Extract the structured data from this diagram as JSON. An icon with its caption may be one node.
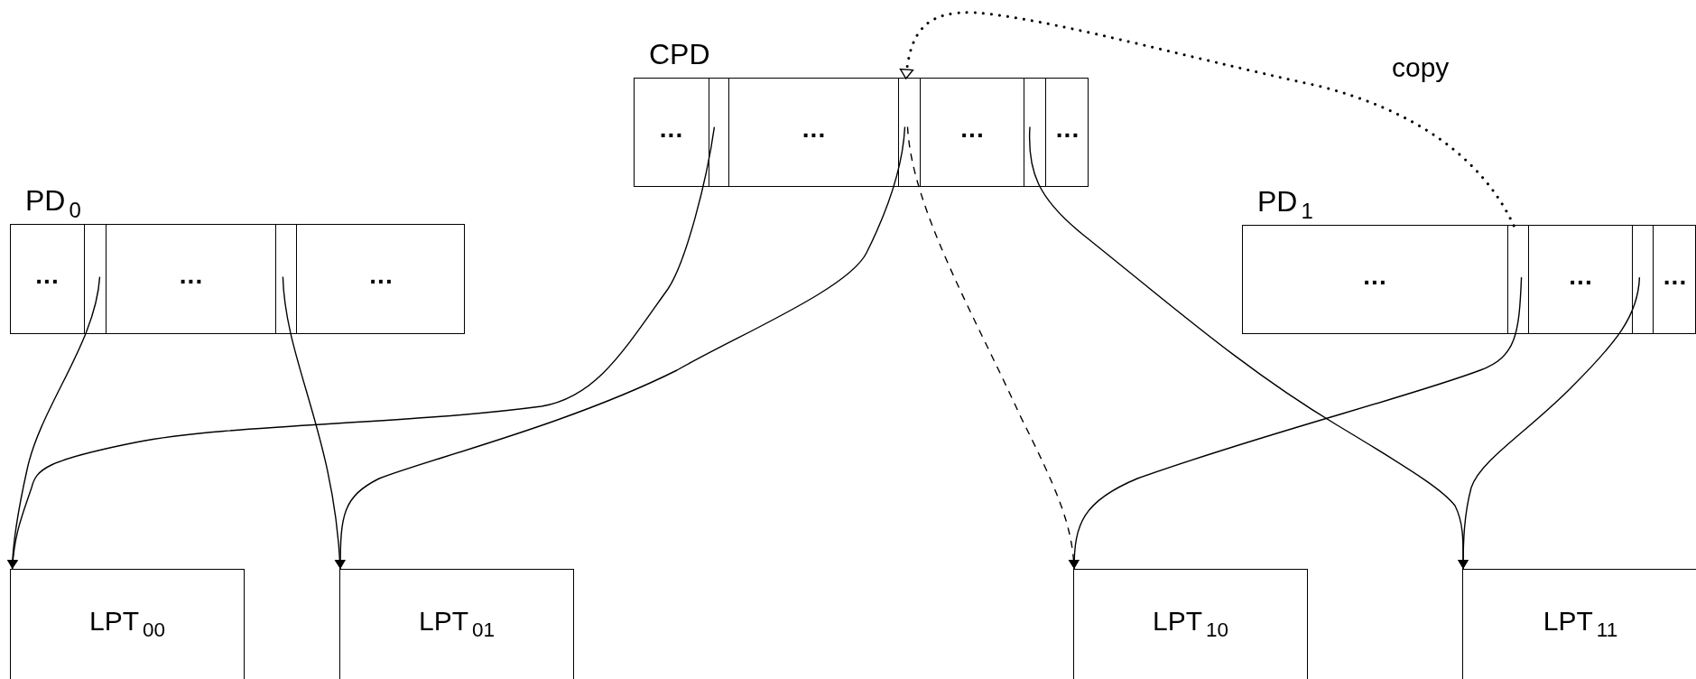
{
  "diagram": {
    "nodes": [
      {
        "text": [
          "CPD"
        ]
      },
      {
        "text": [
          "..."
        ],
        "in": 0
      },
      {
        "text": [],
        "shape": "box",
        "in": 0
      },
      {
        "text": [
          "..."
        ],
        "in": 0
      },
      {
        "text": [],
        "shape": "box",
        "in": 0
      },
      {
        "text": [
          "..."
        ],
        "in": 0
      },
      {
        "text": [],
        "shape": "box",
        "in": 0
      },
      {
        "text": [
          "..."
        ],
        "in": 0
      },
      {
        "text": [
          "PD$_{0}$"
        ]
      },
      {
        "text": [
          "..."
        ],
        "in": 8
      },
      {
        "text": [],
        "shape": "box",
        "in": 8
      },
      {
        "text": [
          "..."
        ],
        "in": 8
      },
      {
        "text": [],
        "shape": "box",
        "in": 8
      },
      {
        "text": [
          "..."
        ],
        "in": 8
      },
      {
        "text": [
          "PD$_{1}$"
        ]
      },
      {
        "text": [
          "..."
        ],
        "in": 14
      },
      {
        "text": [],
        "shape": "box",
        "in": 14
      },
      {
        "text": [
          "..."
        ],
        "in": 14
      },
      {
        "text": [],
        "shape": "box",
        "in": 14
      },
      {
        "text": [
          "..."
        ],
        "in": 14
      },
      {
        "text": [
          "LPT$_{00}$"
        ]
      },
      {
        "text": [
          "LPT$_{01}$"
        ]
      },
      {
        "text": [
          "LPT$_{10}$"
        ]
      },
      {
        "text": [
          "LPT$_{11}$"
        ]
      }
    ],
    "edges": [
      {
        "from": 10,
        "to": 20,
        "arrow": "to"
      },
      {
        "from": 12,
        "to": 21,
        "arrow": "to"
      },
      {
        "from": 2,
        "to": 20,
        "arrow": "to"
      },
      {
        "from": 4,
        "to": 21,
        "arrow": "to"
      },
      {
        "from": 4,
        "to": 22,
        "arrow": "to",
        "style": "dashed"
      },
      {
        "from": 6,
        "to": 23,
        "arrow": "to"
      },
      {
        "from": 16,
        "to": 22,
        "arrow": "to"
      },
      {
        "from": 18,
        "to": 23,
        "arrow": "to"
      },
      {
        "from": 16,
        "to": 4,
        "arrow": "to",
        "style": "dashed",
        "label": "copy"
      }
    ]
  }
}
